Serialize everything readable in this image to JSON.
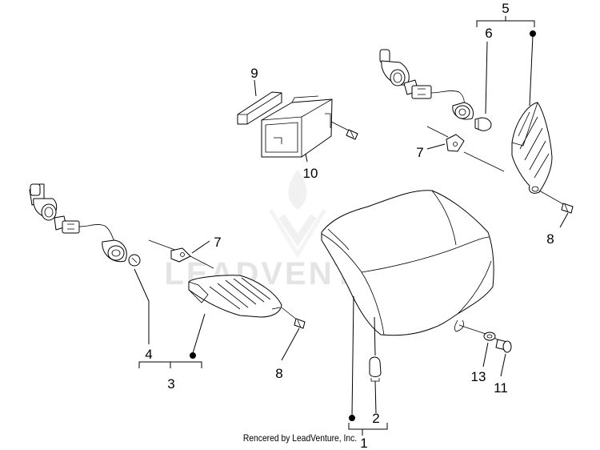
{
  "watermark": {
    "text": "LEADVENTURE",
    "logo_icon": "leadventure-flame-logo"
  },
  "callouts": [
    {
      "id": "c1",
      "label": "1"
    },
    {
      "id": "c2",
      "label": "2"
    },
    {
      "id": "c3",
      "label": "3"
    },
    {
      "id": "c4",
      "label": "4"
    },
    {
      "id": "c5",
      "label": "5"
    },
    {
      "id": "c6",
      "label": "6"
    },
    {
      "id": "c7a",
      "label": "7"
    },
    {
      "id": "c7b",
      "label": "7"
    },
    {
      "id": "c8a",
      "label": "8"
    },
    {
      "id": "c8b",
      "label": "8"
    },
    {
      "id": "c9",
      "label": "9"
    },
    {
      "id": "c10",
      "label": "10"
    },
    {
      "id": "c11",
      "label": "11"
    },
    {
      "id": "c13",
      "label": "13"
    }
  ],
  "footer": {
    "text": "Rencered by LeadVenture, Inc."
  }
}
